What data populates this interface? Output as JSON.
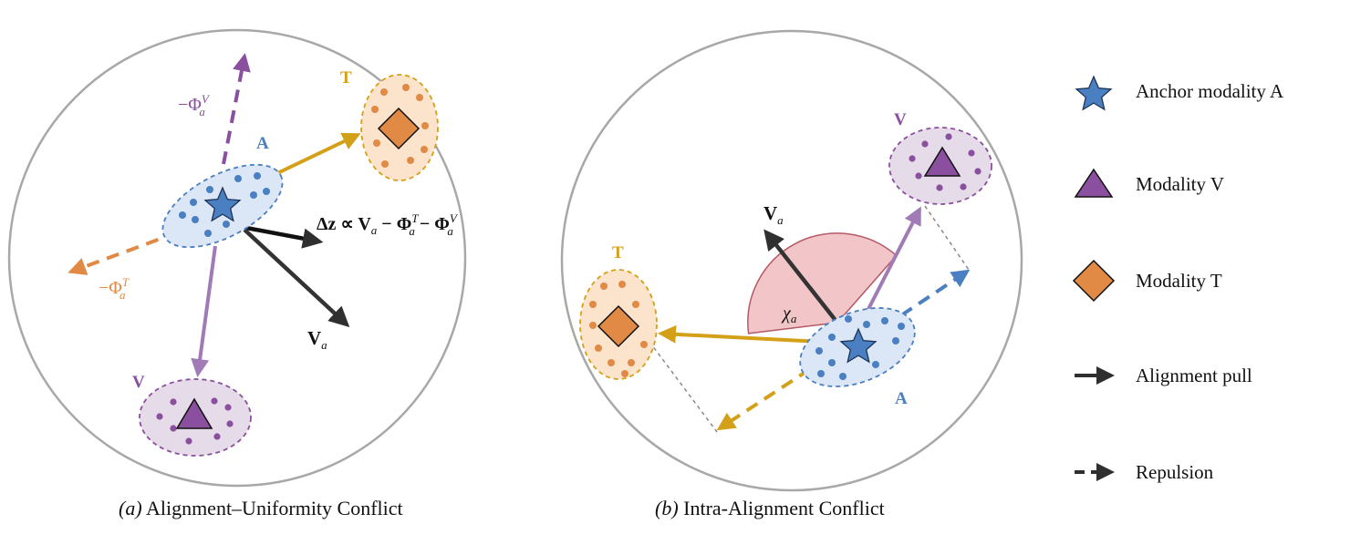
{
  "panel_a": {
    "caption_tag": "(a)",
    "caption_text": "Alignment–Uniformity Conflict",
    "anchor_label": "A",
    "text_label": "T",
    "visual_label": "V",
    "repulsion_v_label": "−Φ",
    "repulsion_v_sup": "V",
    "repulsion_v_sub": "a",
    "repulsion_t_label": "−Φ",
    "repulsion_t_sup": "T",
    "repulsion_t_sub": "a",
    "update_equation": "Δz ∝ V",
    "update_eq_sub": "a",
    "update_eq_rest1": " − Φ",
    "update_eq_rest1_sup": "T",
    "update_eq_rest1_sub": "a",
    "update_eq_rest2": " − Φ",
    "update_eq_rest2_sup": "V",
    "update_eq_rest2_sub": "a",
    "va_label": "V",
    "va_sub": "a"
  },
  "panel_b": {
    "caption_tag": "(b)",
    "caption_text": "Intra-Alignment Conflict",
    "anchor_label": "A",
    "text_label": "T",
    "visual_label": "V",
    "va_label": "V",
    "va_sub": "a",
    "angle_label": "χ",
    "angle_sub": "a"
  },
  "legend": {
    "items": [
      {
        "label": "Anchor modality A",
        "icon": "star-icon"
      },
      {
        "label": "Modality V",
        "icon": "triangle-icon"
      },
      {
        "label": "Modality T",
        "icon": "diamond-icon"
      },
      {
        "label": "Alignment pull",
        "icon": "solid-arrow-icon"
      },
      {
        "label": "Repulsion",
        "icon": "dashed-arrow-icon"
      }
    ]
  },
  "colors": {
    "anchor_blue": "#4a7fc1",
    "anchor_fill": "#dbe6f6",
    "visual_purple": "#8a4f9e",
    "visual_fill": "#e6dbe9",
    "visual_arrow": "#a07bb5",
    "text_orange": "#e08a45",
    "text_fill": "#fbe3cc",
    "text_gold": "#d4a017",
    "dark": "#2f2f2f",
    "angle_fill": "#f2c6c9"
  }
}
